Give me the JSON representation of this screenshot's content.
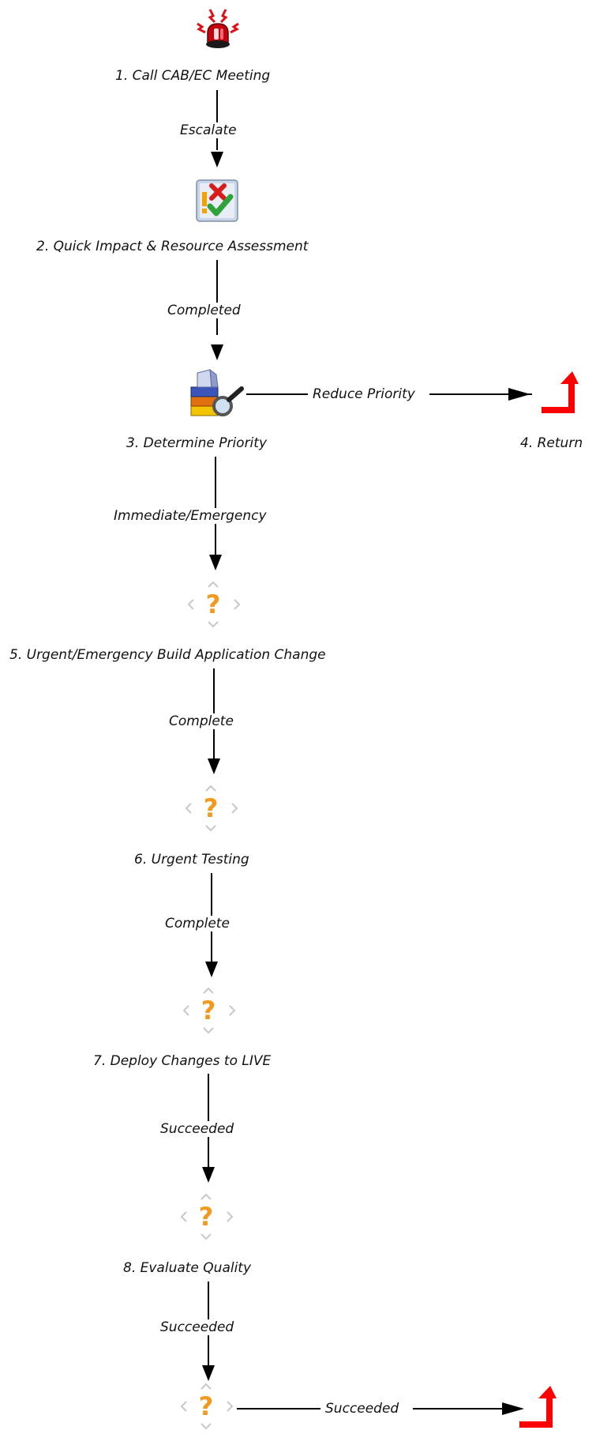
{
  "nodes": {
    "n1": {
      "label": "1. Call CAB/EC Meeting",
      "icon": "siren-icon"
    },
    "n2": {
      "label": "2. Quick Impact & Resource Assessment",
      "icon": "assessment-icon"
    },
    "n3": {
      "label": "3. Determine Priority",
      "icon": "analysis-icon"
    },
    "n4": {
      "label": "4. Return",
      "icon": "return-arrow-icon"
    },
    "n5": {
      "label": "5. Urgent/Emergency Build Application Change",
      "icon": "unknown-task-icon"
    },
    "n6": {
      "label": "6. Urgent Testing",
      "icon": "unknown-task-icon"
    },
    "n7": {
      "label": "7. Deploy Changes to LIVE",
      "icon": "unknown-task-icon"
    },
    "n8": {
      "label": "8. Evaluate Quality",
      "icon": "unknown-task-icon"
    },
    "n9": {
      "label": "",
      "icon": "unknown-task-icon"
    },
    "n10": {
      "label": "",
      "icon": "return-arrow-icon"
    }
  },
  "edges": {
    "e1": {
      "label": "Escalate"
    },
    "e2": {
      "label": "Completed"
    },
    "e3": {
      "label": "Reduce Priority"
    },
    "e4": {
      "label": "Immediate/Emergency"
    },
    "e5": {
      "label": "Complete"
    },
    "e6": {
      "label": "Complete"
    },
    "e7": {
      "label": "Succeeded"
    },
    "e8": {
      "label": "Succeeded"
    },
    "e9": {
      "label": "Succeeded"
    }
  },
  "colors": {
    "line": "#000000",
    "siren": "#e0101a",
    "return_arrow": "#ff0000",
    "question_mark": "#f29a1f",
    "chevron": "#c8c8c8"
  }
}
